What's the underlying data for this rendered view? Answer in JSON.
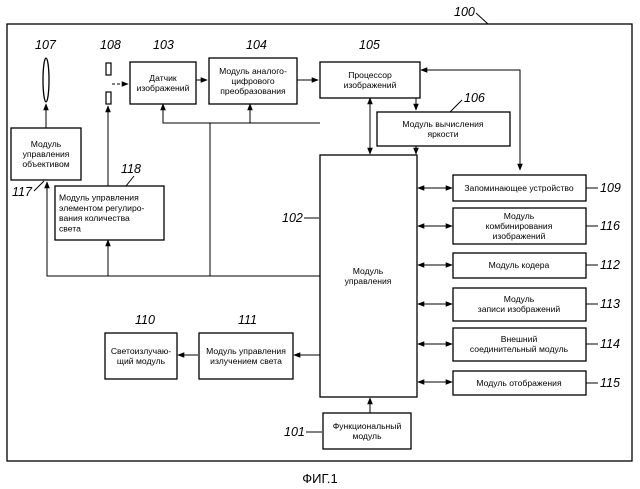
{
  "caption": "ФИГ.1",
  "refs": {
    "r100": "100",
    "r101": "101",
    "r102": "102",
    "r103": "103",
    "r104": "104",
    "r105": "105",
    "r106": "106",
    "r107": "107",
    "r108": "108",
    "r109": "109",
    "r110": "110",
    "r111": "111",
    "r112": "112",
    "r113": "113",
    "r114": "114",
    "r115": "115",
    "r116": "116",
    "r117": "117",
    "r118": "118"
  },
  "blocks": {
    "sensor": [
      "Датчик",
      "изображений"
    ],
    "adc": [
      "Модуль аналого-",
      "цифрового",
      "преобразования"
    ],
    "processor": [
      "Процессор",
      "изображений"
    ],
    "brightness": [
      "Модуль вычисления",
      "яркости"
    ],
    "lens_control": [
      "Модуль",
      "управления",
      "объективом"
    ],
    "aperture_control": [
      "Модуль управления",
      "элементом регулиро-",
      "вания количества",
      "света"
    ],
    "control": [
      "Модуль",
      "управления"
    ],
    "memory": [
      "Запоминающее устройство"
    ],
    "combine": [
      "Модуль",
      "комбинирования",
      "изображений"
    ],
    "encoder": [
      "Модуль кодера"
    ],
    "recording": [
      "Модуль",
      "записи изображений"
    ],
    "external": [
      "Внешний",
      "соединительный модуль"
    ],
    "display": [
      "Модуль отображения"
    ],
    "emitter": [
      "Светоизлучаю-",
      "щий модуль"
    ],
    "emission_control": [
      "Модуль управления",
      "излучением света"
    ],
    "functional": [
      "Функциональный",
      "модуль"
    ]
  }
}
